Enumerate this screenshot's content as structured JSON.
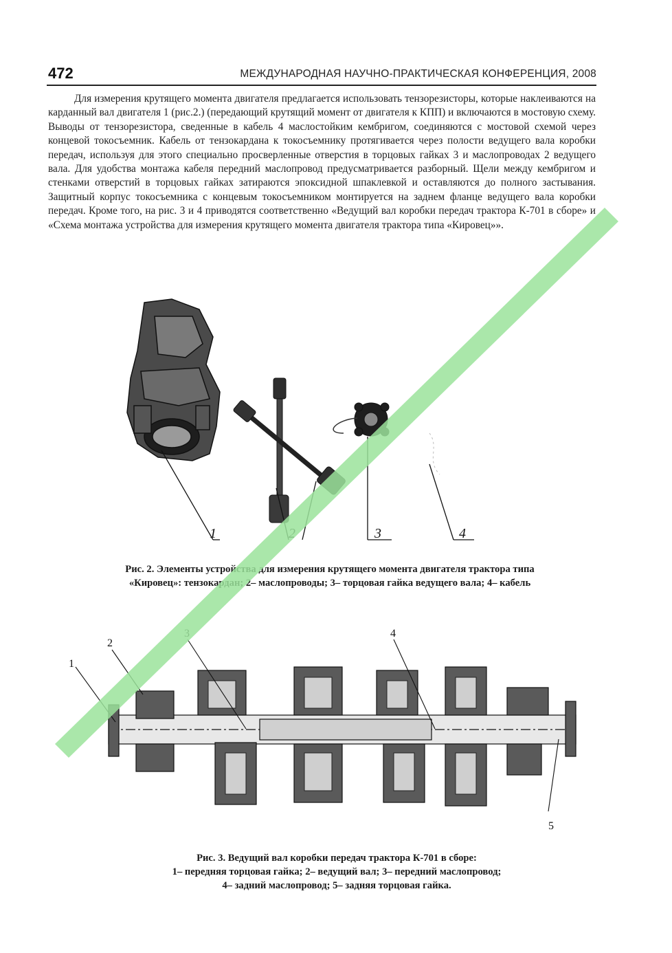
{
  "header": {
    "page_number": "472",
    "running_title": "МЕЖДУНАРОДНАЯ НАУЧНО-ПРАКТИЧЕСКАЯ КОНФЕРЕНЦИЯ, 2008"
  },
  "body": {
    "paragraph": "Для измерения крутящего момента двигателя предлагается использовать тензорезисторы, которые наклеиваются на карданный вал двигателя 1 (рис.2.) (передающий крутящий момент от двигателя к КПП) и включаются в мостовую схему. Выводы от тензорезистора, сведенные в кабель 4 маслостойким кембригом, соединяются с мостовой схемой через концевой токосъемник. Кабель от тензокардана к токосъемнику протягивается через полости ведущего вала коробки передач, используя для этого специально просверленные отверстия в торцовых гайках 3 и маслопроводах 2 ведущего вала. Для удобства монтажа кабеля передний маслопровод предусматривается разборный. Щели между кембригом и стенками отверстий в торцовых гайках затираются эпоксидной шпаклевкой и оставляются до полного застывания. Защитный корпус токосъемника с концевым токосъемником монтируется на заднем фланце ведущего вала коробки передач. Кроме того, на рис. 3 и 4 приводятся соответственно «Ведущий вал коробки передач трактора К-701 в сборе» и «Схема монтажа устройства для измерения крутящего момента двигателя трактора типа «Кировец»»."
  },
  "figure2": {
    "labels": [
      "1",
      "2",
      "3",
      "4"
    ],
    "caption_line1": "Рис. 2. Элементы устройства для измерения крутящего момента двигателя трактора типа",
    "caption_line2": "«Кировец»: тензокардан; 2– маслопроводы; 3– торцовая гайка ведущего вала; 4– кабель"
  },
  "figure3": {
    "labels": [
      "1",
      "2",
      "3",
      "4",
      "5"
    ],
    "caption_line1": "Рис. 3. Ведущий вал коробки передач трактора К-701 в сборе:",
    "caption_line2": "1– передняя торцовая гайка; 2– ведущий вал; 3– передний маслопровод;",
    "caption_line3": "4– задний маслопровод; 5– задняя торцовая гайка."
  },
  "colors": {
    "text": "#1a1a1a",
    "watermark": "#9be39b"
  }
}
